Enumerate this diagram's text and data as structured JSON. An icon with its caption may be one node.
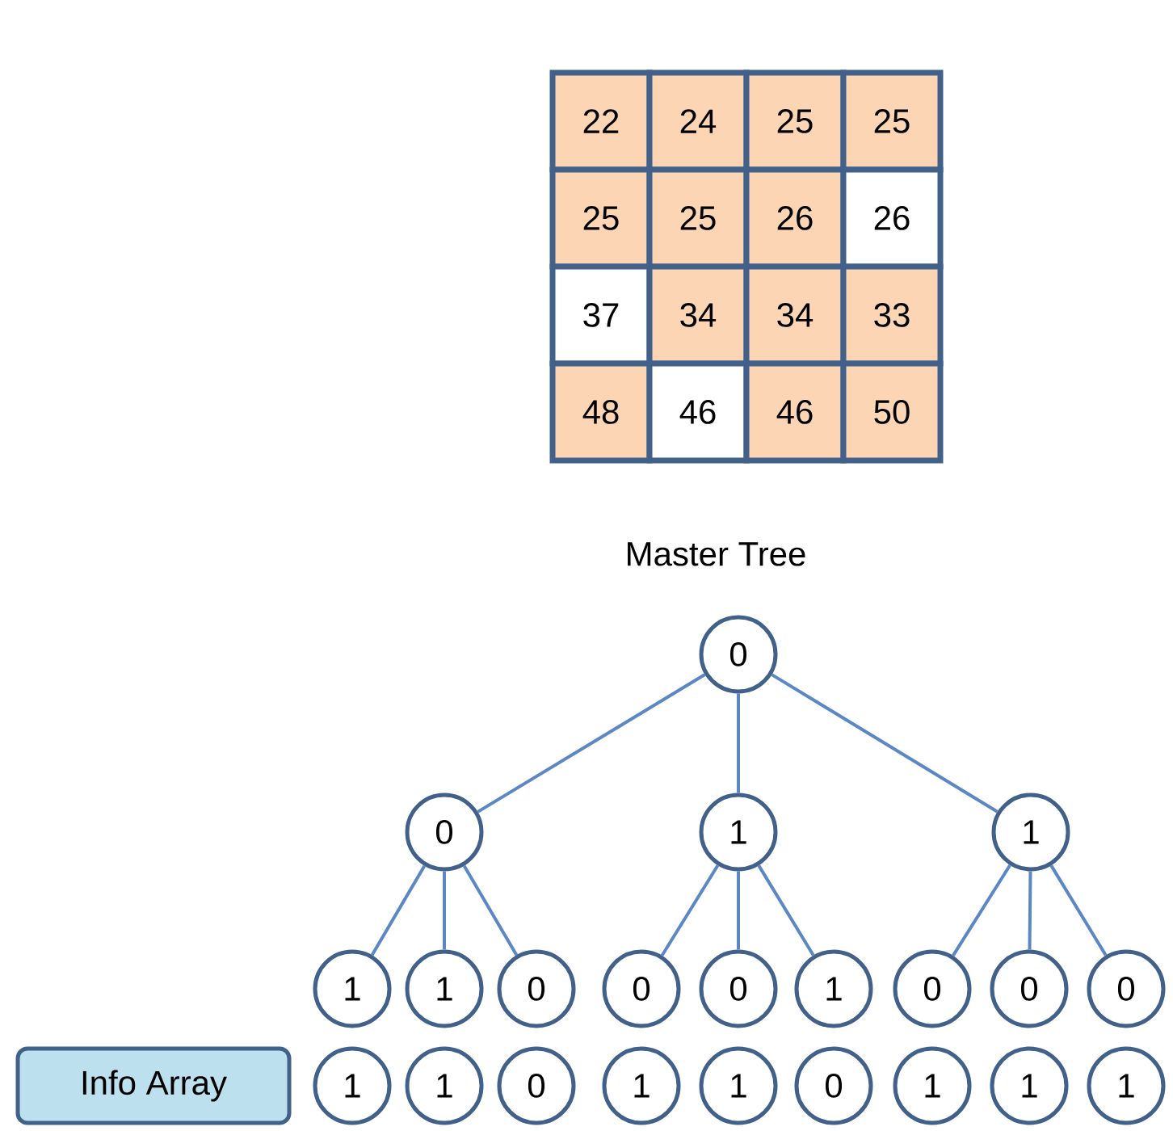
{
  "diagram": {
    "nodes": [
      {
        "text": [
          "0"
        ]
      },
      {
        "text": [
          "0"
        ]
      },
      {
        "text": [
          "1"
        ]
      },
      {
        "text": [
          "1"
        ]
      },
      {
        "text": [
          "1"
        ]
      },
      {
        "text": [
          "1"
        ]
      },
      {
        "text": [
          "0"
        ]
      },
      {
        "text": [
          "0"
        ]
      },
      {
        "text": [
          "0"
        ]
      },
      {
        "text": [
          "1"
        ]
      },
      {
        "text": [
          "0"
        ]
      },
      {
        "text": [
          "0"
        ]
      },
      {
        "text": [
          "0"
        ]
      },
      {
        "text": [
          "Info Array"
        ]
      },
      {
        "text": [
          "1"
        ]
      },
      {
        "text": [
          "1"
        ]
      },
      {
        "text": [
          "0"
        ]
      },
      {
        "text": [
          "1"
        ]
      },
      {
        "text": [
          "1"
        ]
      },
      {
        "text": [
          "0"
        ]
      },
      {
        "text": [
          "1"
        ]
      },
      {
        "text": [
          "1"
        ]
      },
      {
        "text": [
          "1"
        ]
      }
    ],
    "edges": [
      {
        "from": 0,
        "to": 1,
        "arrow": "none"
      },
      {
        "from": 0,
        "to": 2,
        "arrow": "none"
      },
      {
        "from": 0,
        "to": 3,
        "arrow": "none"
      },
      {
        "from": 1,
        "to": 4,
        "arrow": "none"
      },
      {
        "from": 1,
        "to": 5,
        "arrow": "none"
      },
      {
        "from": 1,
        "to": 6,
        "arrow": "none"
      },
      {
        "from": 2,
        "to": 7,
        "arrow": "none"
      },
      {
        "from": 2,
        "to": 8,
        "arrow": "none"
      },
      {
        "from": 2,
        "to": 9,
        "arrow": "none"
      },
      {
        "from": 3,
        "to": 10,
        "arrow": "none"
      },
      {
        "from": 3,
        "to": 11,
        "arrow": "none"
      },
      {
        "from": 3,
        "to": 12,
        "arrow": "none"
      }
    ],
    "labels": [
      "22",
      "24",
      "25",
      "25",
      "25",
      "25",
      "26",
      "26",
      "37",
      "34",
      "34",
      "33",
      "48",
      "46",
      "46",
      "50",
      "Master Tree"
    ]
  }
}
